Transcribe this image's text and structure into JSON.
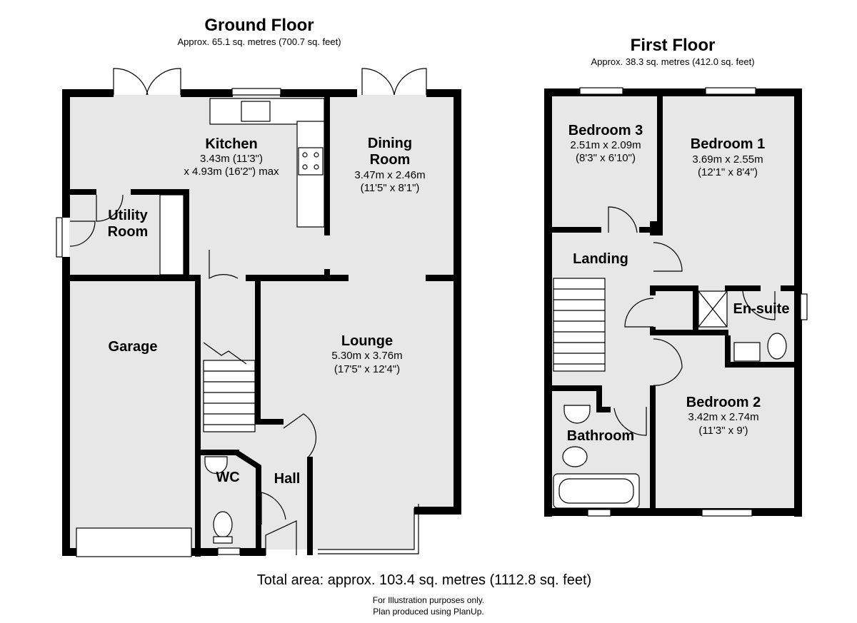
{
  "ground_floor": {
    "title": "Ground Floor",
    "area": "Approx. 65.1 sq. metres (700.7 sq. feet)",
    "rooms": {
      "kitchen": {
        "name": "Kitchen",
        "dim1": "3.43m (11'3\")",
        "dim2": "x 4.93m (16'2\") max"
      },
      "dining": {
        "name1": "Dining",
        "name2": "Room",
        "dim1": "3.47m x 2.46m",
        "dim2": "(11'5\" x 8'1\")"
      },
      "utility": {
        "name1": "Utility",
        "name2": "Room"
      },
      "garage": {
        "name": "Garage"
      },
      "lounge": {
        "name": "Lounge",
        "dim1": "5.30m x 3.76m",
        "dim2": "(17'5\" x 12'4\")"
      },
      "wc": {
        "name": "WC"
      },
      "hall": {
        "name": "Hall"
      }
    }
  },
  "first_floor": {
    "title": "First Floor",
    "area": "Approx. 38.3 sq. metres (412.0 sq. feet)",
    "rooms": {
      "bedroom3": {
        "name": "Bedroom 3",
        "dim1": "2.51m x 2.09m",
        "dim2": "(8'3\" x 6'10\")"
      },
      "bedroom1": {
        "name": "Bedroom 1",
        "dim1": "3.69m x 2.55m",
        "dim2": "(12'1\" x 8'4\")"
      },
      "landing": {
        "name": "Landing"
      },
      "ensuite": {
        "name": "En-suite"
      },
      "bedroom2": {
        "name": "Bedroom 2",
        "dim1": "3.42m x 2.74m",
        "dim2": "(11'3\" x 9')"
      },
      "bathroom": {
        "name": "Bathroom"
      }
    }
  },
  "total_area": "Total area: approx. 103.4 sq. metres (1112.8 sq. feet)",
  "notes": [
    "For Illustration purposes only.",
    "Plan produced using PlanUp."
  ],
  "colors": {
    "wall": "#000000",
    "room_fill": "#e7e7e7",
    "fixture": "#ffffff"
  }
}
